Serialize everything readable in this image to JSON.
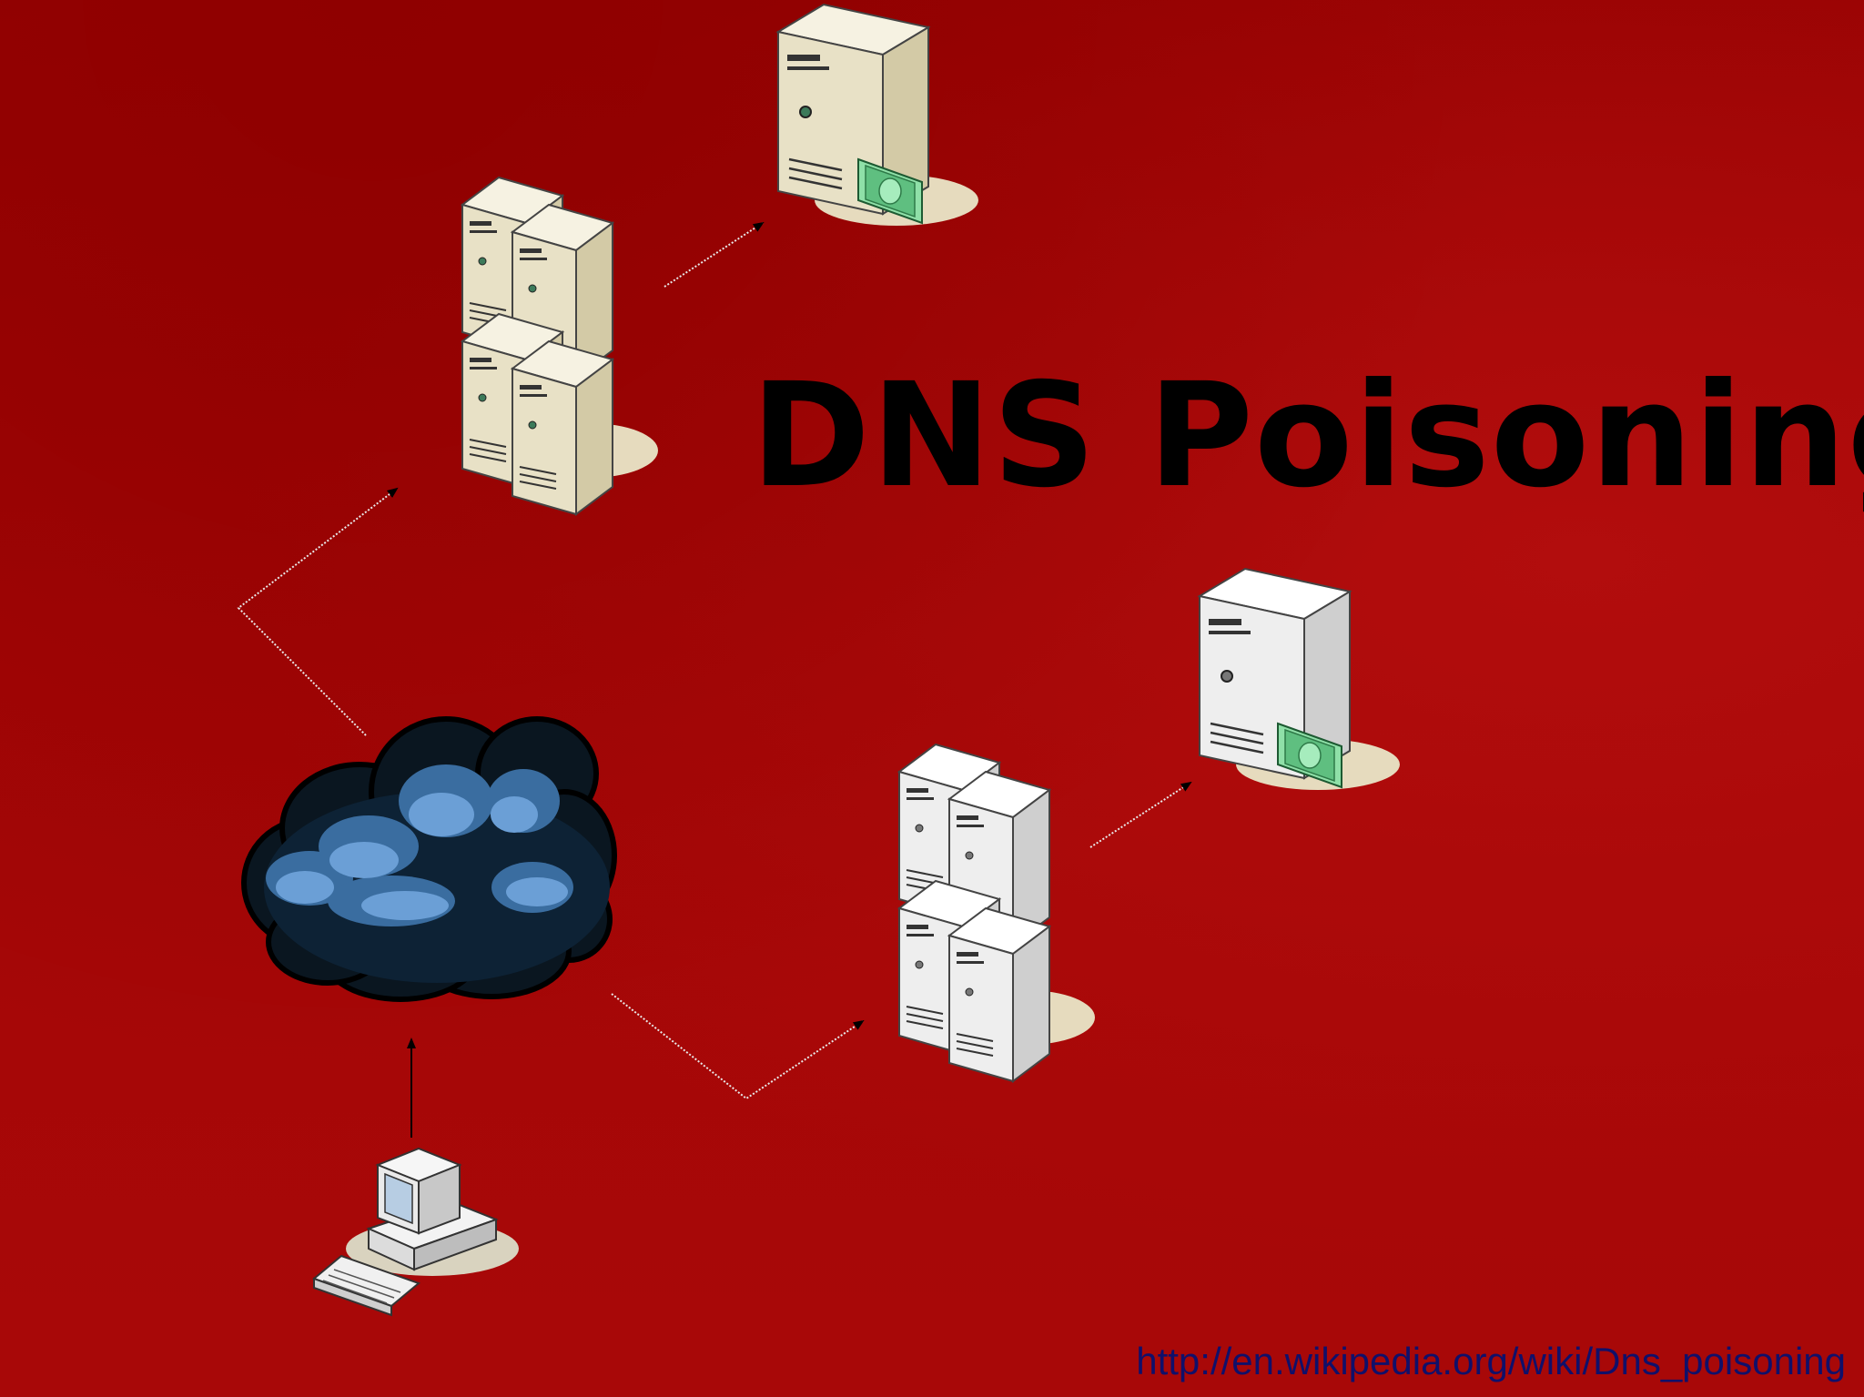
{
  "slide": {
    "title": "DNS Poisoning",
    "source_url": "http://en.wikipedia.org/wiki/Dns_poisoning"
  },
  "colors": {
    "background": "#a40606",
    "title": "#000000",
    "link": "#10106a",
    "server_beige": "#efe9d4",
    "server_white": "#f2f2f2",
    "cloud_blue": "#5b8fc8",
    "money_green": "#6fcf8f"
  },
  "diagram": {
    "nodes": [
      {
        "id": "client",
        "icon": "desktop-computer-icon"
      },
      {
        "id": "internet",
        "icon": "cloud-icon"
      },
      {
        "id": "dns-cluster-upper",
        "icon": "server-cluster-icon",
        "tone": "beige"
      },
      {
        "id": "web-server-upper",
        "icon": "server-with-money-icon",
        "tone": "beige"
      },
      {
        "id": "dns-cluster-lower",
        "icon": "server-cluster-icon",
        "tone": "white"
      },
      {
        "id": "web-server-lower",
        "icon": "server-with-money-icon",
        "tone": "white"
      }
    ],
    "edges": [
      {
        "from": "client",
        "to": "internet"
      },
      {
        "from": "internet",
        "to": "dns-cluster-upper"
      },
      {
        "from": "dns-cluster-upper",
        "to": "web-server-upper"
      },
      {
        "from": "internet",
        "to": "dns-cluster-lower"
      },
      {
        "from": "dns-cluster-lower",
        "to": "web-server-lower"
      }
    ]
  }
}
